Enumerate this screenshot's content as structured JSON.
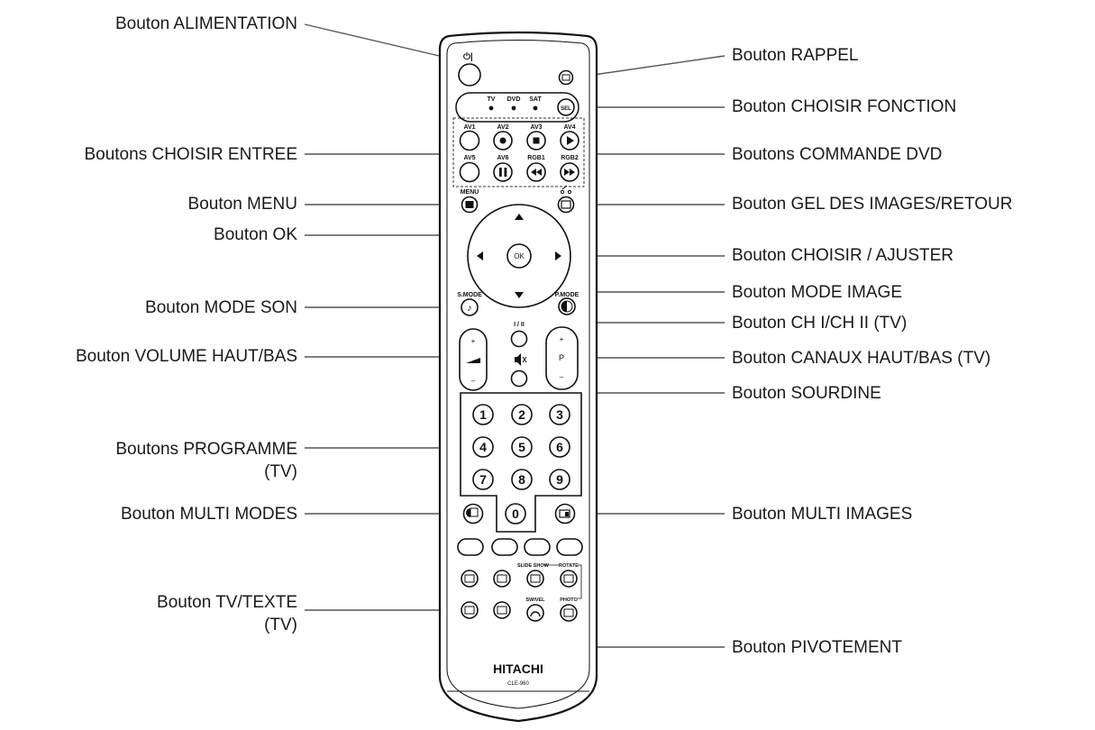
{
  "callouts_left": [
    {
      "id": "power",
      "text": "Bouton ALIMENTATION"
    },
    {
      "id": "input",
      "text": "Boutons CHOISIR ENTREE"
    },
    {
      "id": "menu",
      "text": "Bouton MENU"
    },
    {
      "id": "ok",
      "text": "Bouton OK"
    },
    {
      "id": "sound-mode",
      "text": "Bouton MODE SON"
    },
    {
      "id": "volume",
      "text": "Bouton VOLUME HAUT/BAS"
    },
    {
      "id": "program-1",
      "text": "Boutons PROGRAMME"
    },
    {
      "id": "program-2",
      "text": "(TV)"
    },
    {
      "id": "multi-modes",
      "text": "Bouton MULTI MODES"
    },
    {
      "id": "tv-text-1",
      "text": "Bouton TV/TEXTE"
    },
    {
      "id": "tv-text-2",
      "text": "(TV)"
    }
  ],
  "callouts_right": [
    {
      "id": "recall",
      "text": "Bouton RAPPEL"
    },
    {
      "id": "function",
      "text": "Bouton CHOISIR FONCTION"
    },
    {
      "id": "dvd",
      "text": "Boutons COMMANDE DVD"
    },
    {
      "id": "freeze",
      "text": "Bouton GEL DES IMAGES/RETOUR"
    },
    {
      "id": "select",
      "text": "Bouton CHOISIR / AJUSTER"
    },
    {
      "id": "picture-mode",
      "text": "Bouton MODE IMAGE"
    },
    {
      "id": "ch",
      "text": "Bouton CH I/CH II (TV)"
    },
    {
      "id": "channels",
      "text": "Bouton CANAUX HAUT/BAS (TV)"
    },
    {
      "id": "mute",
      "text": "Bouton SOURDINE"
    },
    {
      "id": "multi-pictures",
      "text": "Bouton MULTI IMAGES"
    },
    {
      "id": "swivel",
      "text": "Bouton PIVOTEMENT"
    }
  ],
  "remote": {
    "brand": "HITACHI",
    "model": "CLE-960",
    "power_label": "⏻|",
    "function_labels": [
      "TV",
      "DVD",
      "SAT"
    ],
    "sel_label": "SEL",
    "av_labels": [
      "AV1",
      "AV2",
      "AV3",
      "AV4",
      "AV5",
      "AV6",
      "RGB1",
      "RGB2"
    ],
    "menu_label": "MENU",
    "ok_label": "OK",
    "smode_label": "S.MODE",
    "pmode_label": "P.MODE",
    "ch_label": "I / II",
    "plus": "+",
    "minus": "–",
    "p_label": "P",
    "digits": [
      "1",
      "2",
      "3",
      "4",
      "5",
      "6",
      "7",
      "8",
      "9",
      "0"
    ],
    "slideshow_label": "SLIDE SHOW",
    "rotate_label": "ROTATE",
    "swivel_label": "SWIVEL",
    "photo_label": "PHOTO"
  }
}
